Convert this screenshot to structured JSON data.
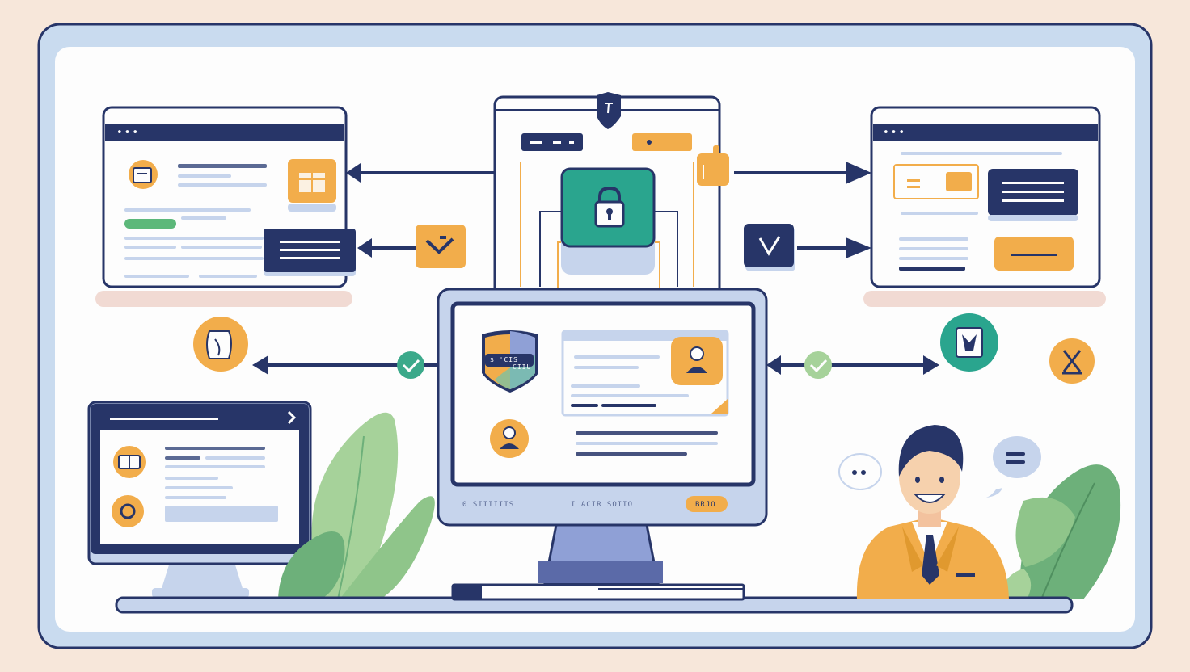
{
  "colors": {
    "background": "#f7e7da",
    "frame_outer": "#c9dbef",
    "frame_border": "#273568",
    "panel": "#fdfdfd",
    "navy": "#273568",
    "orange": "#f2ad4b",
    "teal": "#2aa58e",
    "green_check": "#3ba98a",
    "light_blue": "#c6d4ec",
    "leaf_light": "#a6d29a",
    "leaf_dark": "#6db07a",
    "pink_shadow": "#f1dad3"
  },
  "icons": {
    "lock": "lock-icon",
    "key": "key-icon",
    "shield": "shield-icon",
    "check": "check-icon",
    "user": "user-icon",
    "chevron": "chevron-right-icon"
  },
  "monitor": {
    "status_left": "0 SIIIIIIS",
    "status_center": "I ACIR SOIIO",
    "status_button": "BRJO",
    "shield_text_top": "$ 'CIS",
    "shield_text_bottom": "CIIU"
  },
  "windows": {
    "dots": "•••"
  },
  "assistant": {
    "bubble_dots": "••"
  }
}
